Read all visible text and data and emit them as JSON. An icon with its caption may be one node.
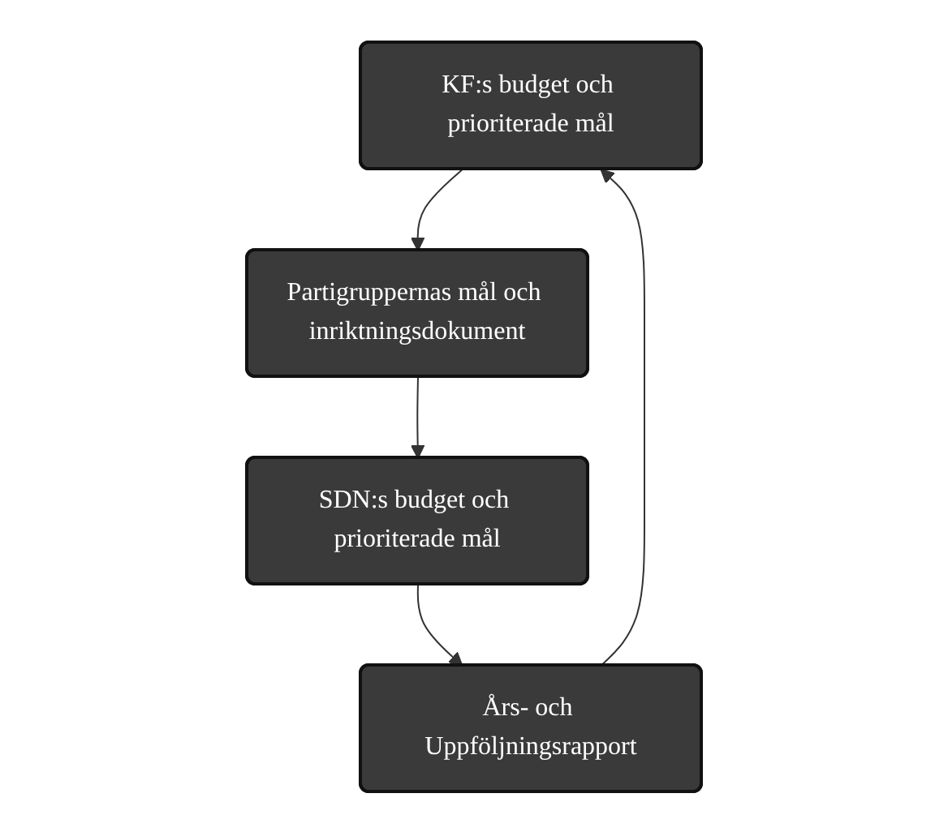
{
  "diagram": {
    "nodes": [
      {
        "text": [
          "KF:s budget och prioriterade mål"
        ]
      },
      {
        "text": [
          "Partigruppernas mål och inriktningsdokument"
        ]
      },
      {
        "text": [
          "SDN:s budget och prioriterade mål"
        ]
      },
      {
        "text": [
          "Års- och Uppföljningsrapport"
        ]
      }
    ],
    "edges": [
      {
        "from": 0,
        "to": 1,
        "arrow": "to"
      },
      {
        "from": 1,
        "to": 2,
        "arrow": "to"
      },
      {
        "from": 2,
        "to": 3,
        "arrow": "to"
      },
      {
        "from": 3,
        "to": 0,
        "arrow": "to"
      }
    ]
  }
}
